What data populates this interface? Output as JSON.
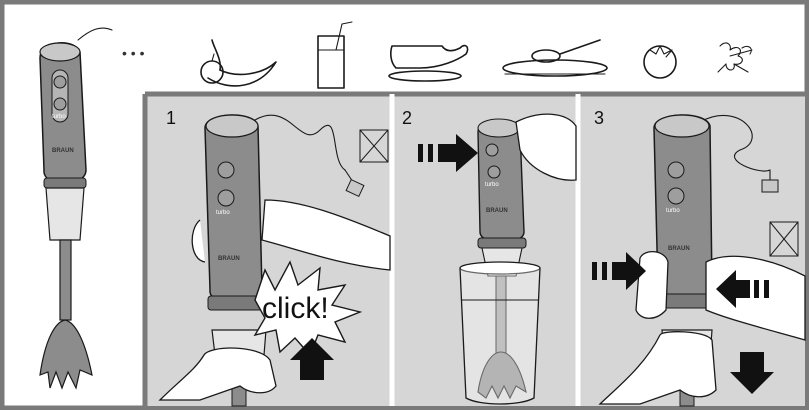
{
  "panels": [
    {
      "number": "1",
      "callout": "click!"
    },
    {
      "number": "2"
    },
    {
      "number": "3"
    }
  ],
  "appliance": {
    "brand": "BRAUN",
    "turbo_label": "turbo"
  },
  "ellipsis": "• • •",
  "colors": {
    "frame": "#7a7a7a",
    "panel_bg": "#d6d6d6",
    "blender_body": "#8c8c8c",
    "blender_light": "#c8c8c8",
    "button": "#9e9e9e",
    "ink": "#1a1a1a"
  },
  "food_icons": [
    "banana-apple-icon",
    "juice-glass-icon",
    "gravy-boat-icon",
    "plate-spoon-icon",
    "tomato-icon",
    "parsley-icon"
  ]
}
